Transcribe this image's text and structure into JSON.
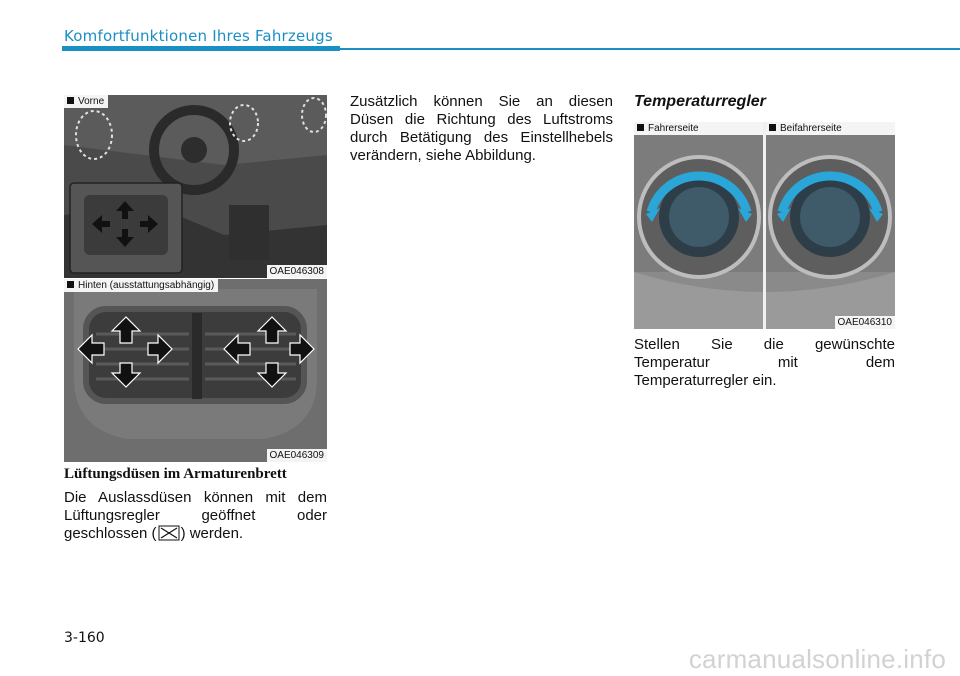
{
  "header": {
    "title": "Komfortfunktionen Ihres Fahrzeugs"
  },
  "figures": {
    "front": {
      "label": "Vorne",
      "code": "OAE046308"
    },
    "rear": {
      "label": "Hinten (ausstattungsabhängig)",
      "code": "OAE046309"
    },
    "temp": {
      "label_left": "Fahrerseite",
      "label_right": "Beifahrerseite",
      "code": "OAE046310"
    }
  },
  "section1": {
    "caption": "Lüftungsdüsen im Armaturenbrett",
    "line1": "Die Auslassdüsen können mit dem",
    "line2": "Lüftungsregler geöffnet oder",
    "line3_a": "geschlossen (",
    "line3_b": ") werden."
  },
  "section2": {
    "line1": "Zusätzlich können Sie an diesen",
    "line2": "Düsen die Richtung des Luftstroms",
    "line3": "durch Betätigung des Einstellhebels",
    "line4": "verändern, siehe Abbildung."
  },
  "section3": {
    "heading": "Temperaturregler",
    "line1": "Stellen Sie die gewünschte",
    "line2": "Temperatur mit dem",
    "line3": "Temperaturregler ein."
  },
  "footer": {
    "page_number": "3-160",
    "watermark": "carmanualsonline.info"
  }
}
